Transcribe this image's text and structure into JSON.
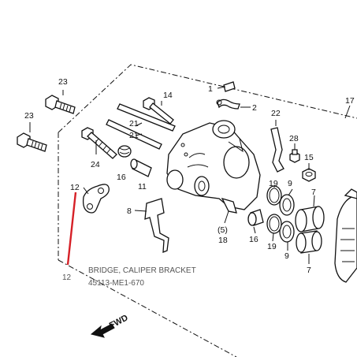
{
  "diagram": {
    "part_labels": {
      "p1": "1",
      "p2": "2",
      "p5": "(5)",
      "p7a": "7",
      "p7b": "7",
      "p8": "8",
      "p9a": "9",
      "p9b": "9",
      "p11": "11",
      "p12": "12",
      "p14": "14",
      "p15": "15",
      "p16a": "16",
      "p16b": "16",
      "p17": "17",
      "p18": "18",
      "p19a": "19",
      "p19b": "19",
      "p21a": "21",
      "p21b": "21",
      "p22": "22",
      "p23a": "23",
      "p23b": "23",
      "p24": "24",
      "p28": "28"
    },
    "callout": {
      "ref_number": "12",
      "part_name": "BRIDGE, CALIPER BRACKET",
      "part_code": "45113-ME1-670"
    },
    "direction_label": "FWD",
    "colors": {
      "line": "#111111",
      "highlight": "#d62027",
      "caption": "#555555"
    }
  }
}
